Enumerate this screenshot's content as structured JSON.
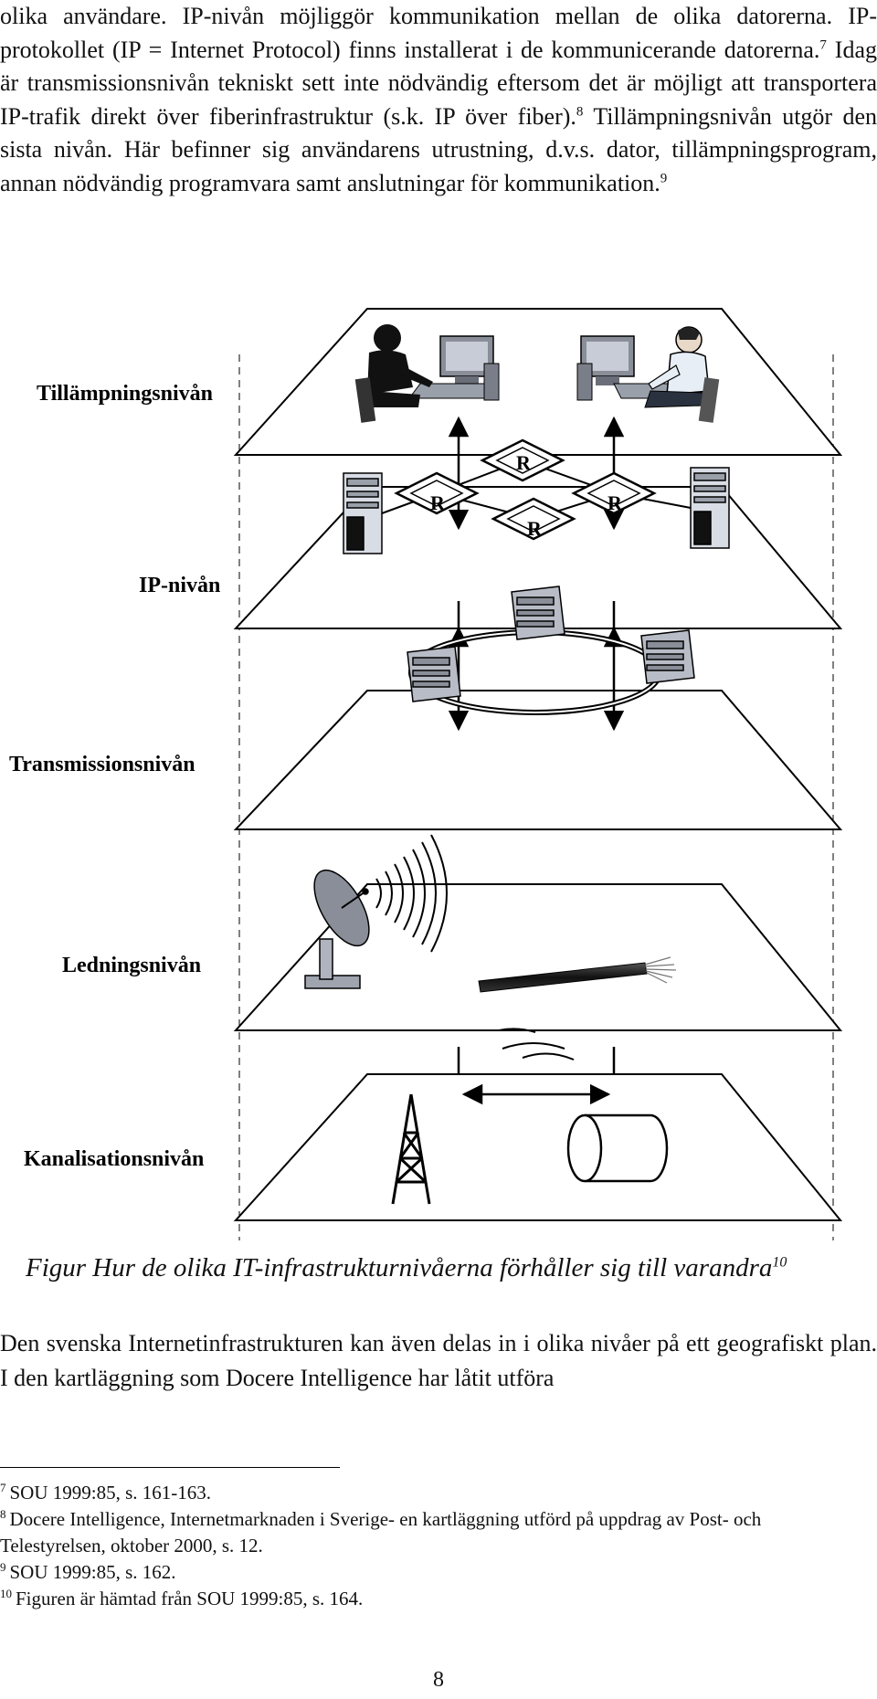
{
  "intro": {
    "part1": "olika användare. IP-nivån möjliggör kommunikation mellan de olika datorerna. IP-protokollet (IP = Internet Protocol) finns installerat i de kommunicerande datorerna.",
    "ref1": "7",
    "part2": " Idag är transmissionsnivån tekniskt sett inte nödvändig eftersom det är möjligt att transportera IP-trafik direkt över fiberinfrastruktur (s.k. IP över fiber).",
    "ref2": "8",
    "part3": " Tillämpningsnivån utgör den sista nivån. Här befinner sig användarens utrustning, d.v.s. dator, tillämpningsprogram, annan nödvändig programvara samt anslutningar för kommunikation.",
    "ref3": "9"
  },
  "figure": {
    "layers": [
      {
        "label": "Tillämpningsnivån"
      },
      {
        "label": "IP-nivån"
      },
      {
        "label": "Transmissionsnivån"
      },
      {
        "label": "Ledningsnivån"
      },
      {
        "label": "Kanalisationsnivån"
      }
    ],
    "router_label": "R",
    "icons": [
      "person-at-computer-icon",
      "server-icon",
      "router-icon",
      "fiber-cable-icon",
      "satellite-dish-icon",
      "radio-tower-icon",
      "duct-pipe-icon"
    ]
  },
  "caption": {
    "text": "Figur Hur de olika IT-infrastrukturnivåerna förhåller sig till varandra",
    "ref": "10"
  },
  "after": {
    "text": "Den svenska Internetinfrastrukturen kan även delas in i olika nivåer på ett geografiskt plan. I den kartläggning som Docere Intelligence har låtit utföra"
  },
  "footnotes": [
    {
      "num": "7",
      "text": "SOU 1999:85, s. 161-163."
    },
    {
      "num": "8",
      "text": "Docere Intelligence, Internetmarknaden i Sverige- en kartläggning utförd på uppdrag av Post- och Telestyrelsen, oktober 2000, s. 12."
    },
    {
      "num": "9",
      "text": "SOU 1999:85, s. 162."
    },
    {
      "num": "10",
      "text": "Figuren är hämtad från SOU 1999:85, s. 164."
    }
  ],
  "page_number": "8"
}
